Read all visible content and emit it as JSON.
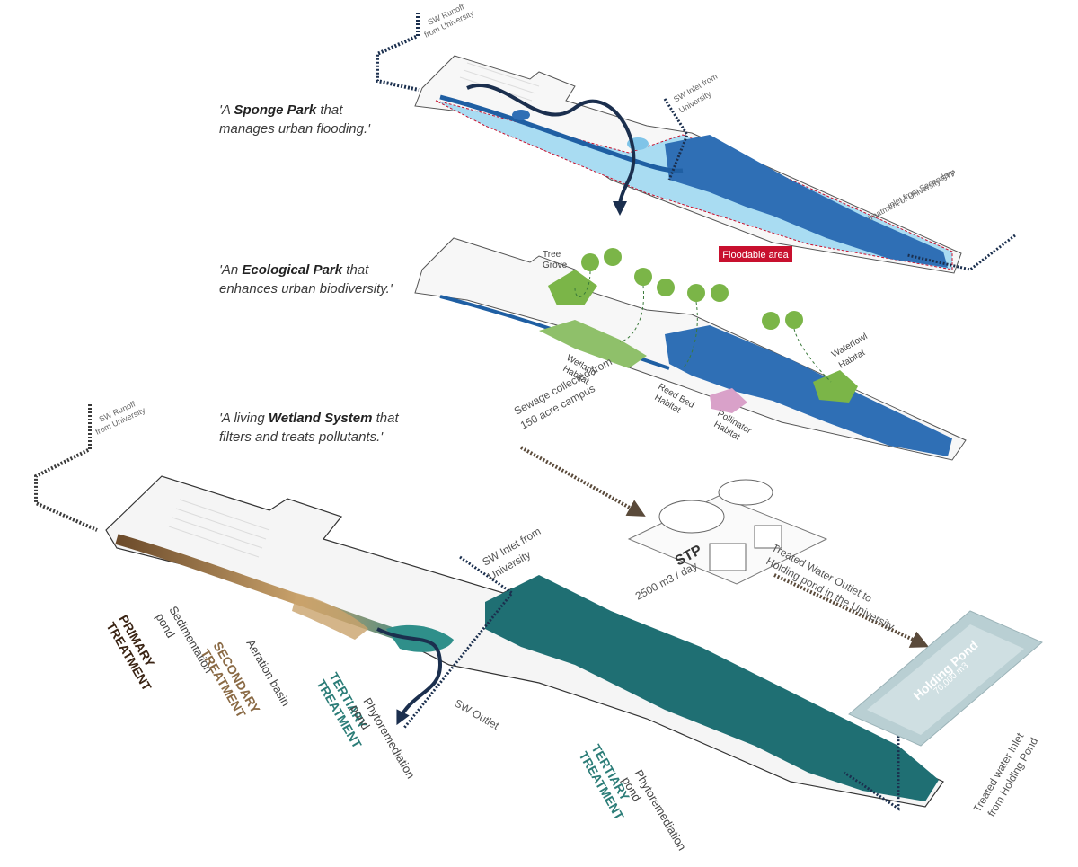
{
  "captions": {
    "sponge_pre": "'A ",
    "sponge_bold": "Sponge Park",
    "sponge_post": " that",
    "sponge_line2": "manages urban flooding.'",
    "eco_pre": "'An ",
    "eco_bold": "Ecological Park",
    "eco_post": " that",
    "eco_line2": "enhances urban biodiversity.'",
    "wet_pre": "'A living ",
    "wet_bold": "Wetland System",
    "wet_post": " that",
    "wet_line2": "filters and treats pollutants.'"
  },
  "top": {
    "sw_runoff_1": "SW Runoff",
    "sw_runoff_2": "from University",
    "sw_inlet_1": "SW Inlet from",
    "sw_inlet_2": "University",
    "inlet_secondary_1": "Inlet from Secondary",
    "inlet_secondary_2": "treatment of University STP",
    "floodable": "Floodable area"
  },
  "middle": {
    "tree_1": "Tree",
    "tree_2": "Grove",
    "wetland_1": "Wetland",
    "wetland_2": "Habitat",
    "reed_1": "Reed Bed",
    "reed_2": "Habitat",
    "pollinator_1": "Pollinator",
    "pollinator_2": "Habitat",
    "waterfowl_1": "Waterfowl",
    "waterfowl_2": "Habitat"
  },
  "bottom": {
    "sw_runoff_1": "SW Runoff",
    "sw_runoff_2": "from University",
    "sewage_1": "Sewage collected from",
    "sewage_2": "150 acre campus",
    "stp_title": "STP",
    "stp_capacity": "2500 m3 / day",
    "treated_outlet_1": "Treated Water Outlet to",
    "treated_outlet_2": "Holding pond in the University",
    "sw_inlet_1": "SW Inlet from",
    "sw_inlet_2": "University",
    "sw_outlet": "SW Outlet",
    "holding_pond": "Holding Pond",
    "holding_capacity": "70,000 m3",
    "treated_inlet_1": "Treated water Inlet",
    "treated_inlet_2": "from Holding Pond",
    "primary_1": "PRIMARY",
    "primary_2": "TREATMENT",
    "primary_sub_1": "Sedimentation",
    "primary_sub_2": "pond",
    "secondary_1": "SECONDARY",
    "secondary_2": "TREATMENT",
    "secondary_sub": "Aeration basin",
    "tertiary_1": "TERTIARY",
    "tertiary_2": "TREATMENT",
    "tertiary_sub_1": "Phytoremediation",
    "tertiary_sub_2": "pond",
    "tertiary2_1": "TERTIARY",
    "tertiary2_2": "TREATMENT",
    "tertiary2_sub_1": "Phytoremediation",
    "tertiary2_sub_2": "pond"
  },
  "colors": {
    "deep_blue": "#1f5fa3",
    "light_blue": "#7fc4e8",
    "navy_arrow": "#1b2f4e",
    "flood_red": "#c8102e",
    "teal": "#1f6f73",
    "sediment_brown": "#8a6a45",
    "habitat_green": "#7bb548"
  }
}
